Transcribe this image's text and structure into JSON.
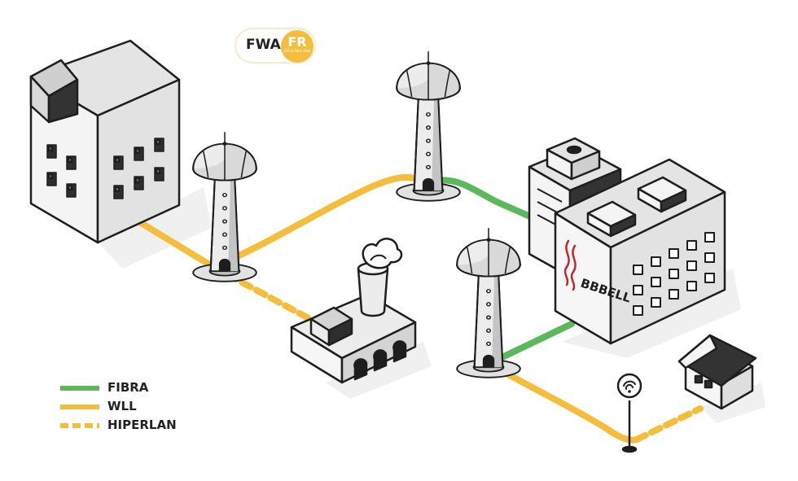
{
  "badge": {
    "text": "FWA",
    "logo_text": "FR",
    "logo_subtext": "Wifi & Fibra Rete"
  },
  "building": {
    "label": "BBBELL"
  },
  "legend": {
    "items": [
      {
        "label": "FIBRA",
        "color": "#5cb85c",
        "style": "solid"
      },
      {
        "label": "WLL",
        "color": "#f5bd3c",
        "style": "solid"
      },
      {
        "label": "HIPERLAN",
        "color": "#f5bd3c",
        "style": "dashed"
      }
    ]
  },
  "colors": {
    "fiber": "#5cb85c",
    "wll": "#f5bd3c",
    "outline": "#1e1e1e",
    "light": "#ececec",
    "mid": "#c4c4c4",
    "dark": "#333333",
    "shadow": "#e2e2e2",
    "brand_red": "#c0272d"
  }
}
